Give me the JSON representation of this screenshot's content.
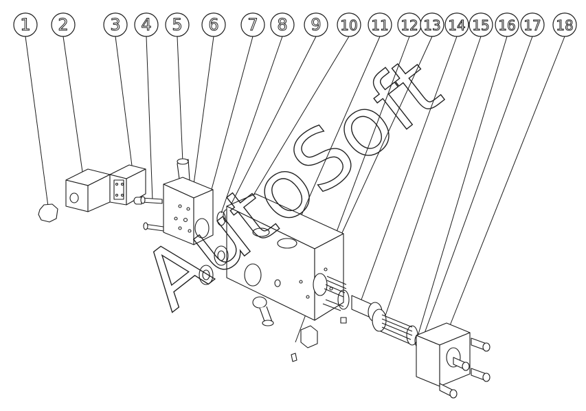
{
  "part_numbers": [
    "1",
    "2",
    "3",
    "4",
    "5",
    "6",
    "7",
    "8",
    "9",
    "10",
    "11",
    "12",
    "13",
    "14",
    "15",
    "16",
    "17",
    "18"
  ],
  "watermark": "AutoSoft",
  "colors": {
    "line": "#1a1a1a",
    "paper": "#ffffff",
    "watermark_stroke": "#222222"
  },
  "icons": {
    "balloon": "circled-number",
    "part": "exploded-hydraulic-valve-assembly"
  }
}
